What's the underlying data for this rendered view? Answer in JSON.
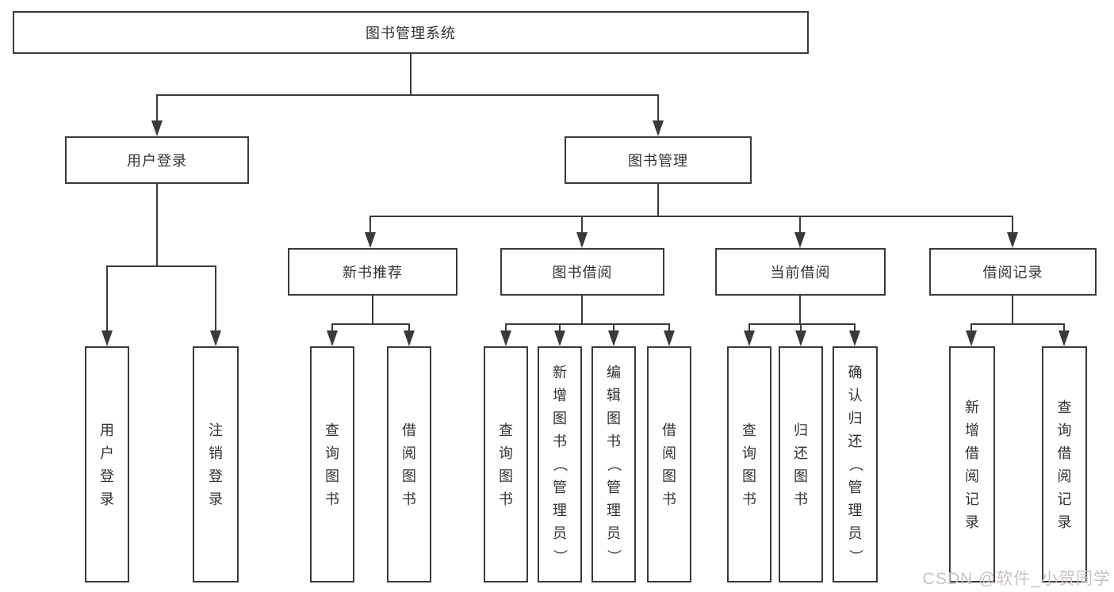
{
  "title": {
    "label": "图书管理系统"
  },
  "user_login": {
    "label": "用户登录",
    "children": [
      {
        "label": "用户登录"
      },
      {
        "label": "注销登录"
      }
    ]
  },
  "book_management": {
    "label": "图书管理",
    "sections": [
      {
        "label": "新书推荐",
        "children": [
          {
            "label": "查询图书"
          },
          {
            "label": "借阅图书"
          }
        ]
      },
      {
        "label": "图书借阅",
        "children": [
          {
            "label": "查询图书"
          },
          {
            "label": "新增图书（管理员）"
          },
          {
            "label": "编辑图书（管理员）"
          },
          {
            "label": "借阅图书"
          }
        ]
      },
      {
        "label": "当前借阅",
        "children": [
          {
            "label": "查询图书"
          },
          {
            "label": "归还图书"
          },
          {
            "label": "确认归还（管理员）"
          }
        ]
      },
      {
        "label": "借阅记录",
        "children": [
          {
            "label": "新增借阅记录"
          },
          {
            "label": "查询借阅记录"
          }
        ]
      }
    ]
  },
  "watermark": {
    "text": "CSDN @软件_小贺同学"
  },
  "colors": {
    "line": "#3a3a3a",
    "text": "#333333",
    "watermark": "#c9c2c2",
    "background": "#ffffff"
  }
}
